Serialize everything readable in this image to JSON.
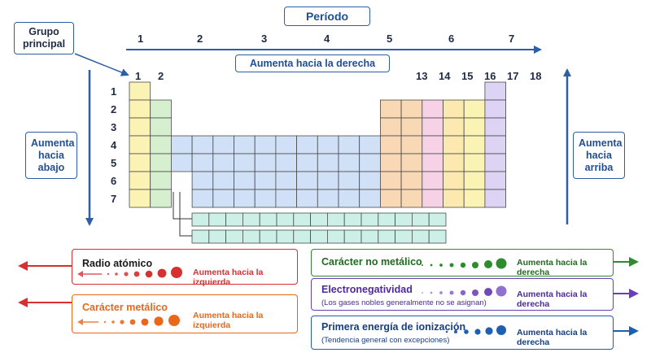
{
  "labels": {
    "periodo": "Período",
    "grupo_principal": "Grupo principal",
    "aumenta_derecha": "Aumenta hacia la derecha",
    "aumenta_abajo": "Aumenta hacia abajo",
    "aumenta_arriba": "Aumenta hacia arriba"
  },
  "top_periods": [
    "1",
    "2",
    "3",
    "4",
    "5",
    "6",
    "7"
  ],
  "group_numbers": [
    "1",
    "2",
    "13",
    "14",
    "15",
    "16",
    "17",
    "18"
  ],
  "row_numbers": [
    "1",
    "2",
    "3",
    "4",
    "5",
    "6",
    "7"
  ],
  "colors": {
    "blue": "#2d5fa6",
    "red": "#d63031",
    "orange": "#e8671b",
    "green": "#2e8b2e",
    "purple": "#6a3fb5",
    "s_block_g1": "#fbf3b3",
    "s_block_g2": "#d6efcf",
    "d_block": "#cfe0f7",
    "f_block": "#cdf0e6",
    "p_g13": "#f9d8b5",
    "p_g14": "#f9d8b5",
    "p_g15": "#f7d2e6",
    "p_g16": "#fbe9b0",
    "p_g17": "#fbf3b3",
    "p_g18": "#ddd3f3"
  },
  "trends": {
    "radio": {
      "title": "Radio atómico",
      "direction": "Aumenta hacia la izquierda"
    },
    "metalico": {
      "title": "Carácter metálico",
      "direction": "Aumenta hacia la izquierda"
    },
    "no_metalico": {
      "title": "Carácter no metálico",
      "direction": "Aumenta hacia la derecha"
    },
    "electroneg": {
      "title": "Electronegatividad",
      "note": "(Los gases nobles generalmente no se asignan)",
      "direction": "Aumenta hacia la derecha"
    },
    "ionizacion": {
      "title": "Primera energía de ionización",
      "note": "(Tendencia general con excepciones)",
      "direction": "Aumenta hacia la derecha"
    }
  }
}
